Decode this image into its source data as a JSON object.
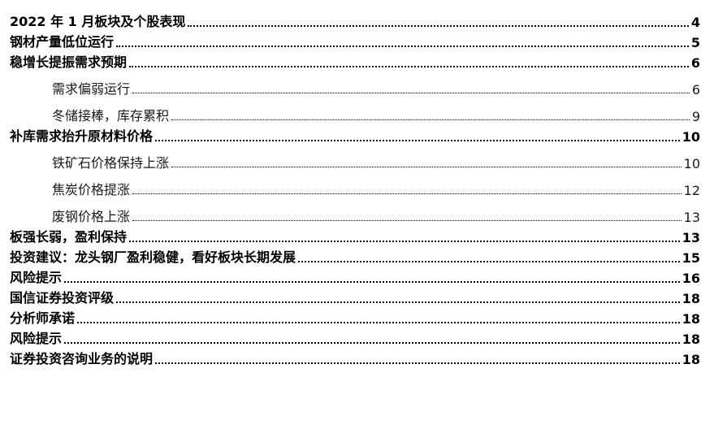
{
  "toc": [
    {
      "title": "2022 年 1 月板块及个股表现",
      "page": "4",
      "level": 1
    },
    {
      "title": "钢材产量低位运行",
      "page": "5",
      "level": 1
    },
    {
      "title": "稳增长提振需求预期",
      "page": "6",
      "level": 1
    },
    {
      "title": "需求偏弱运行",
      "page": "6",
      "level": 2
    },
    {
      "title": "冬储接棒，库存累积",
      "page": "9",
      "level": 2
    },
    {
      "title": "补库需求抬升原材料价格",
      "page": "10",
      "level": 1
    },
    {
      "title": "铁矿石价格保持上涨",
      "page": "10",
      "level": 2
    },
    {
      "title": "焦炭价格提涨",
      "page": "12",
      "level": 2
    },
    {
      "title": "废钢价格上涨",
      "page": "13",
      "level": 2
    },
    {
      "title": "板强长弱，盈利保持",
      "page": "13",
      "level": 1
    },
    {
      "title": "投资建议：龙头钢厂盈利稳健，看好板块长期发展",
      "page": "15",
      "level": 1
    },
    {
      "title": "风险提示",
      "page": "16",
      "level": 1
    },
    {
      "title": "国信证券投资评级",
      "page": "18",
      "level": 1
    },
    {
      "title": "分析师承诺",
      "page": "18",
      "level": 1
    },
    {
      "title": "风险提示",
      "page": "18",
      "level": 1
    },
    {
      "title": "证券投资咨询业务的说明",
      "page": "18",
      "level": 1
    }
  ]
}
